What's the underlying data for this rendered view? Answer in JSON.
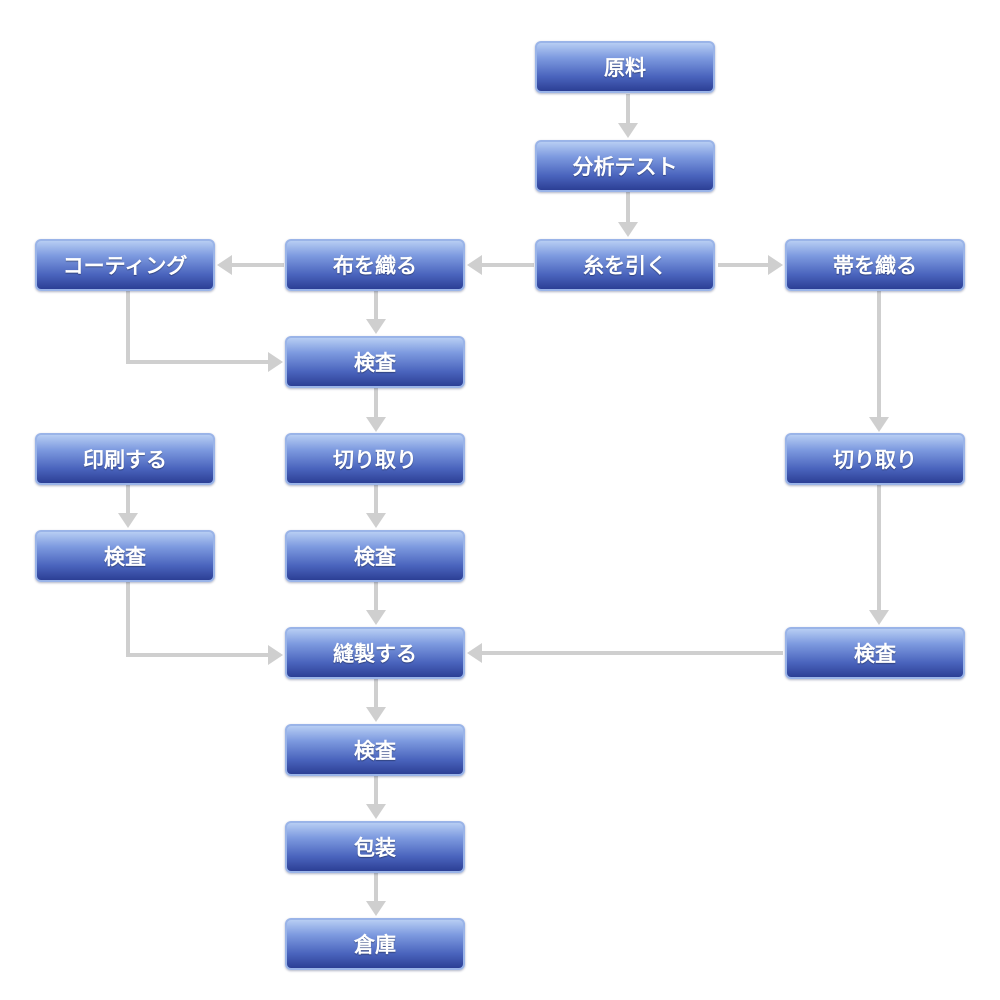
{
  "nodes": {
    "raw_material": "原料",
    "analysis_test": "分析テスト",
    "spin_thread": "糸を引く",
    "weave_cloth": "布を織る",
    "coating": "コーティング",
    "weave_belt": "帯を織る",
    "inspect_cloth": "検査",
    "print": "印刷する",
    "cut_cloth": "切り取り",
    "cut_belt": "切り取り",
    "inspect_print": "検査",
    "inspect_cut": "検査",
    "sew": "縫製する",
    "inspect_belt": "検査",
    "inspect_final": "検査",
    "packaging": "包装",
    "warehouse": "倉庫"
  },
  "edges": [
    {
      "from": "raw_material",
      "to": "analysis_test"
    },
    {
      "from": "analysis_test",
      "to": "spin_thread"
    },
    {
      "from": "spin_thread",
      "to": "weave_cloth"
    },
    {
      "from": "spin_thread",
      "to": "weave_belt"
    },
    {
      "from": "weave_cloth",
      "to": "coating"
    },
    {
      "from": "weave_cloth",
      "to": "inspect_cloth"
    },
    {
      "from": "coating",
      "to": "inspect_cloth"
    },
    {
      "from": "inspect_cloth",
      "to": "cut_cloth"
    },
    {
      "from": "cut_cloth",
      "to": "inspect_cut"
    },
    {
      "from": "inspect_cut",
      "to": "sew"
    },
    {
      "from": "print",
      "to": "inspect_print"
    },
    {
      "from": "inspect_print",
      "to": "sew"
    },
    {
      "from": "weave_belt",
      "to": "cut_belt"
    },
    {
      "from": "cut_belt",
      "to": "inspect_belt"
    },
    {
      "from": "inspect_belt",
      "to": "sew"
    },
    {
      "from": "sew",
      "to": "inspect_final"
    },
    {
      "from": "inspect_final",
      "to": "packaging"
    },
    {
      "from": "packaging",
      "to": "warehouse"
    }
  ]
}
